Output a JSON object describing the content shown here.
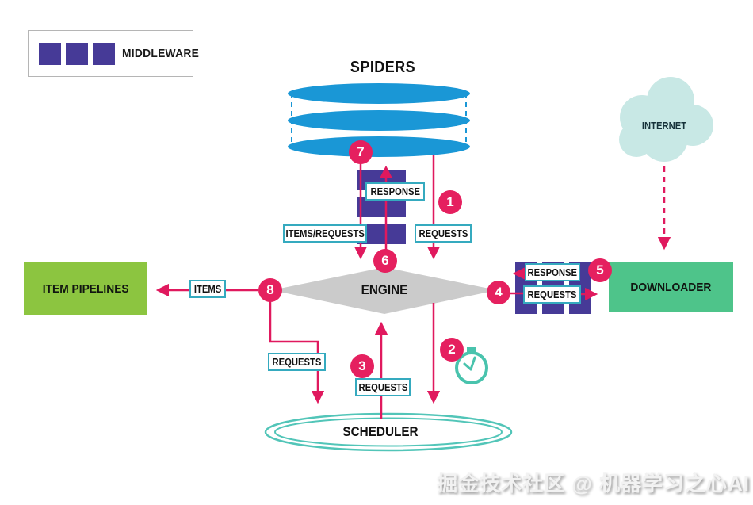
{
  "legend": {
    "label": "MIDDLEWARE"
  },
  "nodes": {
    "spiders": {
      "label": "SPIDERS"
    },
    "engine": {
      "label": "ENGINE"
    },
    "item_pipelines": {
      "label": "ITEM PIPELINES"
    },
    "downloader": {
      "label": "DOWNLOADER"
    },
    "scheduler": {
      "label": "SCHEDULER"
    },
    "internet": {
      "label": "INTERNET"
    }
  },
  "flow_labels": {
    "response_spider": "RESPONSE",
    "items_requests": "ITEMS/REQUESTS",
    "requests_spider": "REQUESTS",
    "items": "ITEMS",
    "requests_left": "REQUESTS",
    "requests_center": "REQUESTS",
    "response_downloader": "RESPONSE",
    "requests_downloader": "REQUESTS"
  },
  "steps": [
    "1",
    "2",
    "3",
    "4",
    "5",
    "6",
    "7",
    "8"
  ],
  "colors": {
    "accent_pink": "#e5205f",
    "middleware_purple": "#463a97",
    "spider_blue": "#1a97d6",
    "pipelines_green": "#8cc540",
    "downloader_green": "#4ec48a",
    "engine_gray": "#cbcbcb",
    "label_border_teal": "#35aabf",
    "scheduler_teal": "#52c5b8",
    "cloud_teal": "#c8e8e5"
  },
  "watermark": {
    "text": "掘金技术社区 @ 机器学习之心AI"
  }
}
